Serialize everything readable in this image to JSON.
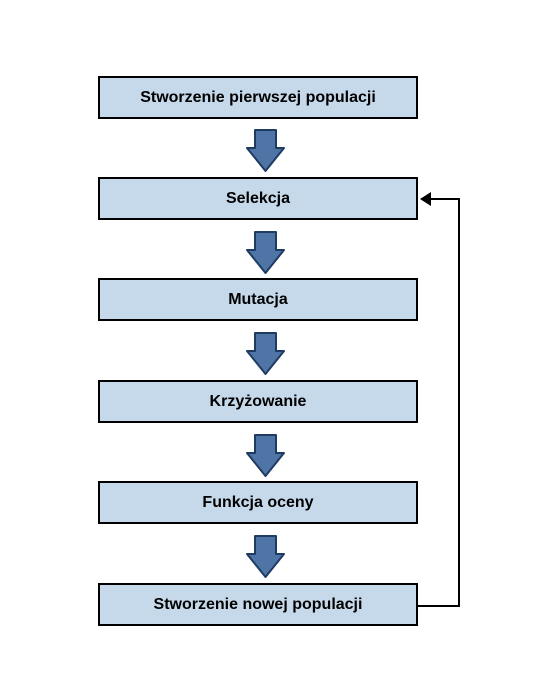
{
  "diagram": {
    "steps": [
      {
        "label": "Stworzenie pierwszej populacji"
      },
      {
        "label": "Selekcja"
      },
      {
        "label": "Mutacja"
      },
      {
        "label": "Krzyżowanie"
      },
      {
        "label": "Funkcja oceny"
      },
      {
        "label": "Stworzenie nowej populacji"
      }
    ],
    "loop_from_step": 5,
    "loop_to_step": 1,
    "colors": {
      "box_fill": "#c6d9ea",
      "box_border": "#000000",
      "arrow_fill": "#4f74a6",
      "arrow_stroke": "#1f3b62",
      "loop_line": "#000000",
      "text": "#000000"
    }
  }
}
